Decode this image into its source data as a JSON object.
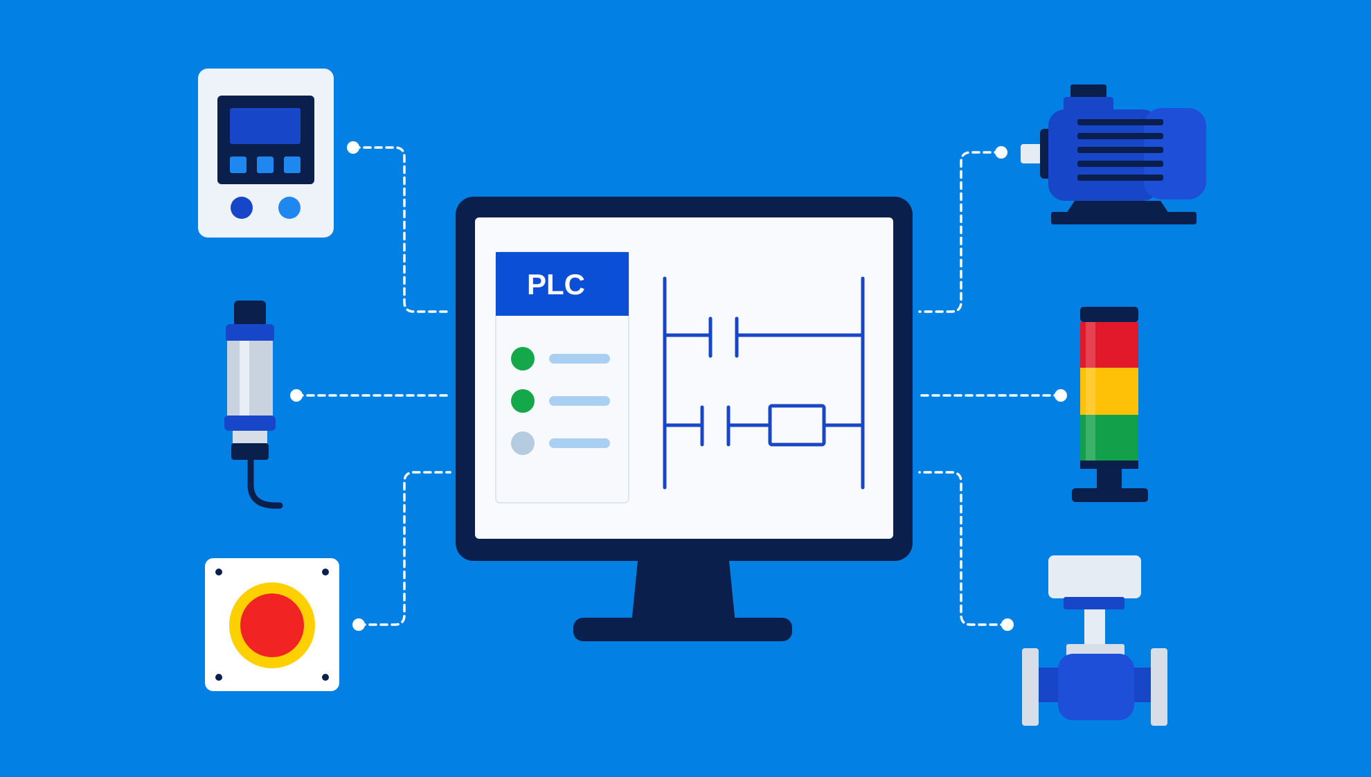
{
  "colors": {
    "background": "#0280E3",
    "navy": "#0B1F4D",
    "device_blue": "#1747C8",
    "accent_blue": "#1E88F0",
    "plc_header": "#0B4FD6",
    "ladder_line": "#1747C8",
    "status_on": "#14A84A",
    "status_off": "#B5CCE0",
    "list_line": "#A9CFF3",
    "button_red": "#F22323",
    "button_ring": "#FFD000",
    "stack_red": "#E2192B",
    "stack_yellow": "#FFC107",
    "stack_green": "#13A04A",
    "connector": "#FFFFFF"
  },
  "plc": {
    "title": "PLC",
    "status_list": [
      {
        "state": "on"
      },
      {
        "state": "on"
      },
      {
        "state": "off"
      }
    ]
  },
  "devices": {
    "left": [
      "control-panel-icon",
      "proximity-sensor-icon",
      "push-button-icon"
    ],
    "right": [
      "electric-motor-icon",
      "signal-tower-icon",
      "control-valve-icon"
    ]
  }
}
